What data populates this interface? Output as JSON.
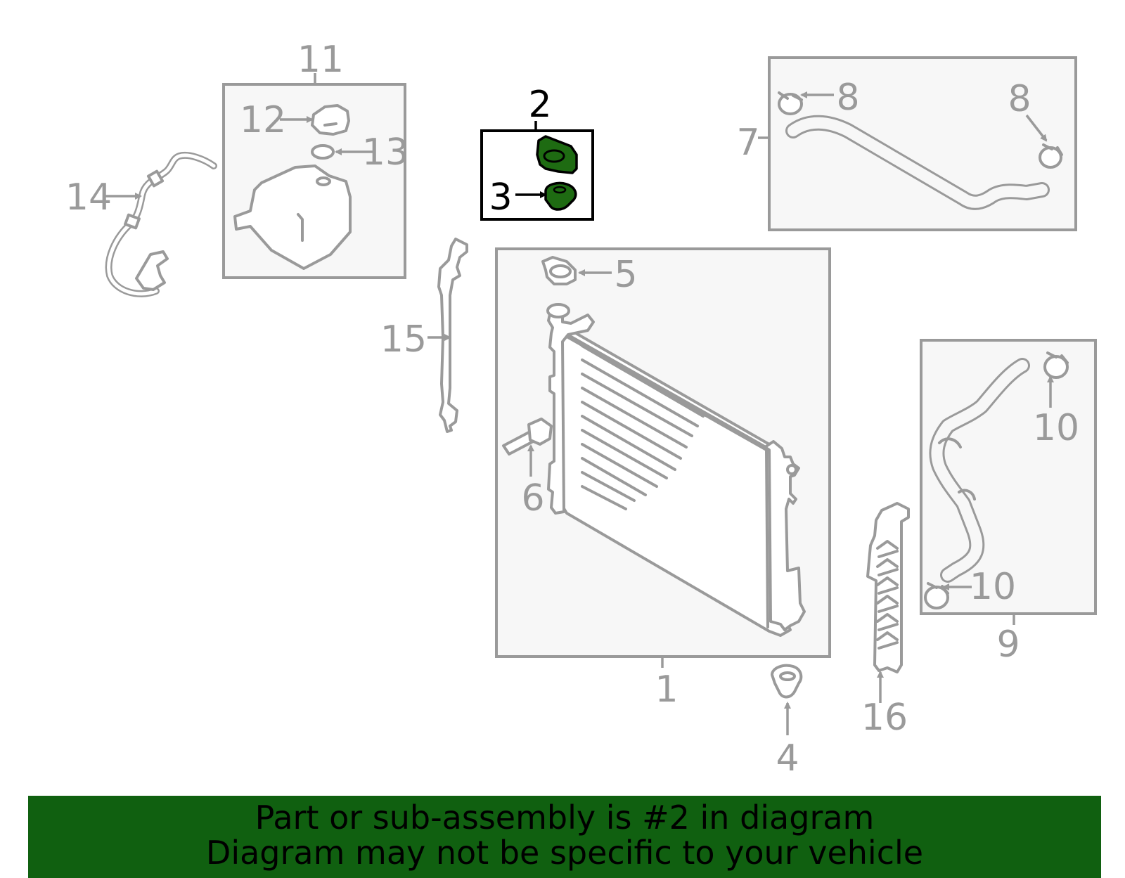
{
  "diagram": {
    "highlight_color": "#1e6b12",
    "line_color": "#9a9a9a",
    "callouts": {
      "c1": "1",
      "c2": "2",
      "c3": "3",
      "c4": "4",
      "c5": "5",
      "c6": "6",
      "c7": "7",
      "c8a": "8",
      "c8b": "8",
      "c9": "9",
      "c10a": "10",
      "c10b": "10",
      "c11": "11",
      "c12": "12",
      "c13": "13",
      "c14": "14",
      "c15": "15",
      "c16": "16"
    },
    "highlighted_callouts": [
      "2",
      "3"
    ]
  },
  "banner": {
    "background": "#106010",
    "line1": "Part or sub-assembly is #2 in diagram",
    "line2": "Diagram may not be specific to your vehicle"
  }
}
